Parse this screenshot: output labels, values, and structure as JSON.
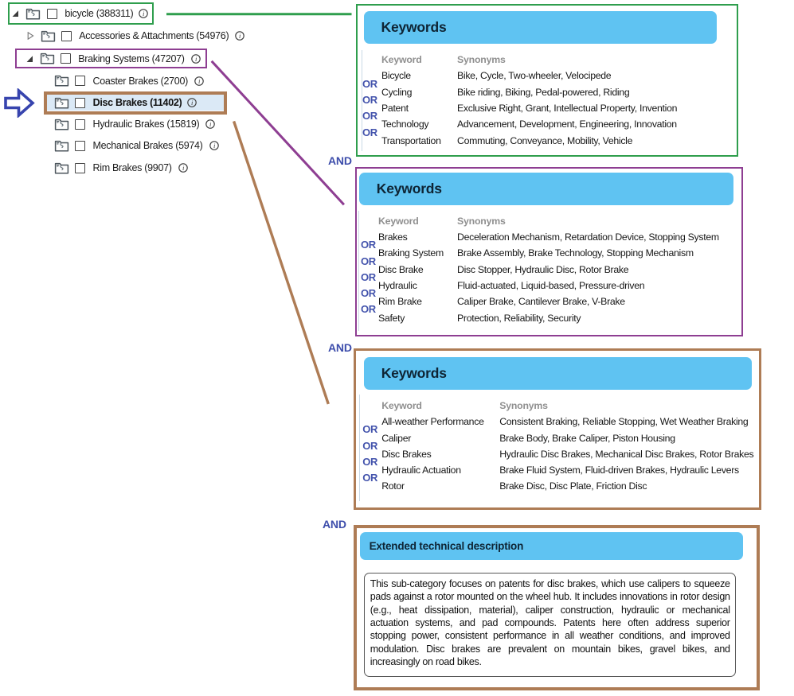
{
  "colors": {
    "green": "#2f9e4d",
    "purple": "#8e3e92",
    "brown": "#ae7c55",
    "arrow_blue": "#3744ae",
    "operator_blue": "#4353ac",
    "header_blue": "#5fc3f2",
    "selection_bg": "#dbe9f6",
    "panel_title_text": "#0e2434"
  },
  "operators": {
    "and": "AND",
    "or": "OR"
  },
  "tree": {
    "items": [
      {
        "label": "bicycle",
        "count": "(388311)",
        "level": 0,
        "state": "expanded",
        "annotation": "green-box",
        "has_info": true
      },
      {
        "label": "Accessories & Attachments",
        "count": "(54976)",
        "level": 1,
        "state": "collapsed",
        "has_info": true
      },
      {
        "label": "Braking Systems",
        "count": "(47207)",
        "level": 1,
        "state": "expanded",
        "annotation": "purple-box",
        "has_info": true
      },
      {
        "label": "Coaster Brakes",
        "count": "(2700)",
        "level": 2,
        "has_info": true
      },
      {
        "label": "Disc Brakes",
        "count": "(11402)",
        "level": 2,
        "selected": true,
        "annotation": "brown-box",
        "has_info": true
      },
      {
        "label": "Hydraulic Brakes",
        "count": "(15819)",
        "level": 2,
        "has_info": true
      },
      {
        "label": "Mechanical Brakes",
        "count": "(5974)",
        "level": 2,
        "has_info": true
      },
      {
        "label": "Rim Brakes",
        "count": "(9907)",
        "level": 2,
        "has_info": true
      }
    ]
  },
  "panels": [
    {
      "title": "Keywords",
      "accent": "green",
      "columns": {
        "keyword": "Keyword",
        "synonyms": "Synonyms"
      },
      "rows": [
        {
          "keyword": "Bicycle",
          "synonyms": "Bike, Cycle, Two-wheeler, Velocipede"
        },
        {
          "keyword": "Cycling",
          "synonyms": "Bike riding, Biking, Pedal-powered, Riding"
        },
        {
          "keyword": "Patent",
          "synonyms": "Exclusive Right, Grant, Intellectual Property, Invention"
        },
        {
          "keyword": "Technology",
          "synonyms": "Advancement, Development, Engineering, Innovation"
        },
        {
          "keyword": "Transportation",
          "synonyms": "Commuting, Conveyance, Mobility, Vehicle"
        }
      ]
    },
    {
      "title": "Keywords",
      "accent": "purple",
      "columns": {
        "keyword": "Keyword",
        "synonyms": "Synonyms"
      },
      "rows": [
        {
          "keyword": "Brakes",
          "synonyms": "Deceleration Mechanism, Retardation Device, Stopping System"
        },
        {
          "keyword": "Braking System",
          "synonyms": "Brake Assembly, Brake Technology, Stopping Mechanism"
        },
        {
          "keyword": "Disc Brake",
          "synonyms": "Disc Stopper, Hydraulic Disc, Rotor Brake"
        },
        {
          "keyword": "Hydraulic",
          "synonyms": "Fluid-actuated, Liquid-based, Pressure-driven"
        },
        {
          "keyword": "Rim Brake",
          "synonyms": "Caliper Brake, Cantilever Brake, V-Brake"
        },
        {
          "keyword": "Safety",
          "synonyms": "Protection, Reliability, Security"
        }
      ]
    },
    {
      "title": "Keywords",
      "accent": "brown",
      "columns": {
        "keyword": "Keyword",
        "synonyms": "Synonyms"
      },
      "rows": [
        {
          "keyword": "All-weather Performance",
          "synonyms": "Consistent Braking, Reliable Stopping, Wet Weather Braking"
        },
        {
          "keyword": "Caliper",
          "synonyms": "Brake Body, Brake Caliper, Piston Housing"
        },
        {
          "keyword": "Disc Brakes",
          "synonyms": "Hydraulic Disc Brakes, Mechanical Disc Brakes, Rotor Brakes"
        },
        {
          "keyword": "Hydraulic Actuation",
          "synonyms": "Brake Fluid System, Fluid-driven Brakes, Hydraulic Levers"
        },
        {
          "keyword": "Rotor",
          "synonyms": "Brake Disc, Disc Plate, Friction Disc"
        }
      ]
    }
  ],
  "description_panel": {
    "title": "Extended technical description",
    "accent": "brown",
    "text": "This sub-category focuses on patents for disc brakes, which use calipers to squeeze pads against a rotor mounted on the wheel hub. It includes innovations in rotor design (e.g., heat dissipation, material), caliper construction, hydraulic or mechanical actuation systems, and pad compounds. Patents here often address superior stopping power, consistent performance in all weather conditions, and improved modulation. Disc brakes are prevalent on mountain bikes, gravel bikes, and increasingly on road bikes."
  }
}
